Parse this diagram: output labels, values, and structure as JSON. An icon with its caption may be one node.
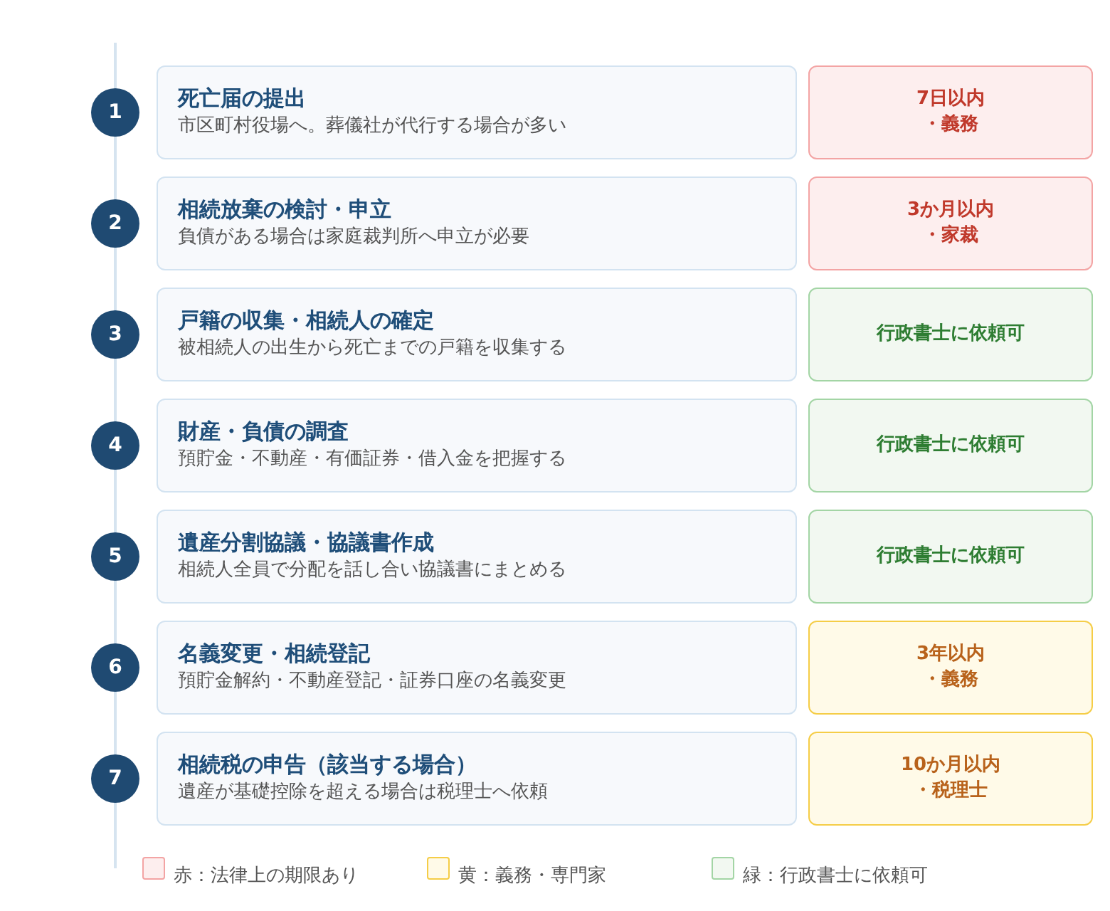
{
  "diagram": {
    "nodes": [
      {
        "text": [
          "1"
        ]
      },
      {
        "text": [
          "死亡届の提出",
          "市区町村役場へ。葬儀社が代行する場合が多い"
        ]
      },
      {
        "text": [
          "7日以内",
          "・義務"
        ]
      },
      {
        "text": [
          "2"
        ]
      },
      {
        "text": [
          "相続放棄の検討・申立",
          "負債がある場合は家庭裁判所へ申立が必要"
        ]
      },
      {
        "text": [
          "3か月以内",
          "・家裁"
        ]
      },
      {
        "text": [
          "3"
        ]
      },
      {
        "text": [
          "戸籍の収集・相続人の確定",
          "被相続人の出生から死亡までの戸籍を収集する"
        ]
      },
      {
        "text": [
          "行政書士に依頼可"
        ]
      },
      {
        "text": [
          "4"
        ]
      },
      {
        "text": [
          "財産・負債の調査",
          "預貯金・不動産・有価証券・借入金を把握する"
        ]
      },
      {
        "text": [
          "行政書士に依頼可"
        ]
      },
      {
        "text": [
          "5"
        ]
      },
      {
        "text": [
          "遺産分割協議・協議書作成",
          "相続人全員で分配を話し合い協議書にまとめる"
        ]
      },
      {
        "text": [
          "行政書士に依頼可"
        ]
      },
      {
        "text": [
          "6"
        ]
      },
      {
        "text": [
          "名義変更・相続登記",
          "預貯金解約・不動産登記・証券口座の名義変更"
        ]
      },
      {
        "text": [
          "3年以内",
          "・義務"
        ]
      },
      {
        "text": [
          "7"
        ]
      },
      {
        "text": [
          "相続税の申告（該当する場合）",
          "遺産が基礎控除を超える場合は税理士へ依頼"
        ]
      },
      {
        "text": [
          "10か月以内",
          "・税理士"
        ]
      }
    ],
    "legend": [
      {
        "text": "赤：法律上の期限あり",
        "color": "#fdeeee"
      },
      {
        "text": "黄：義務・専門家",
        "color": "#fffae8"
      },
      {
        "text": "緑：行政書士に依頼可",
        "color": "#f2f8f1"
      }
    ]
  }
}
